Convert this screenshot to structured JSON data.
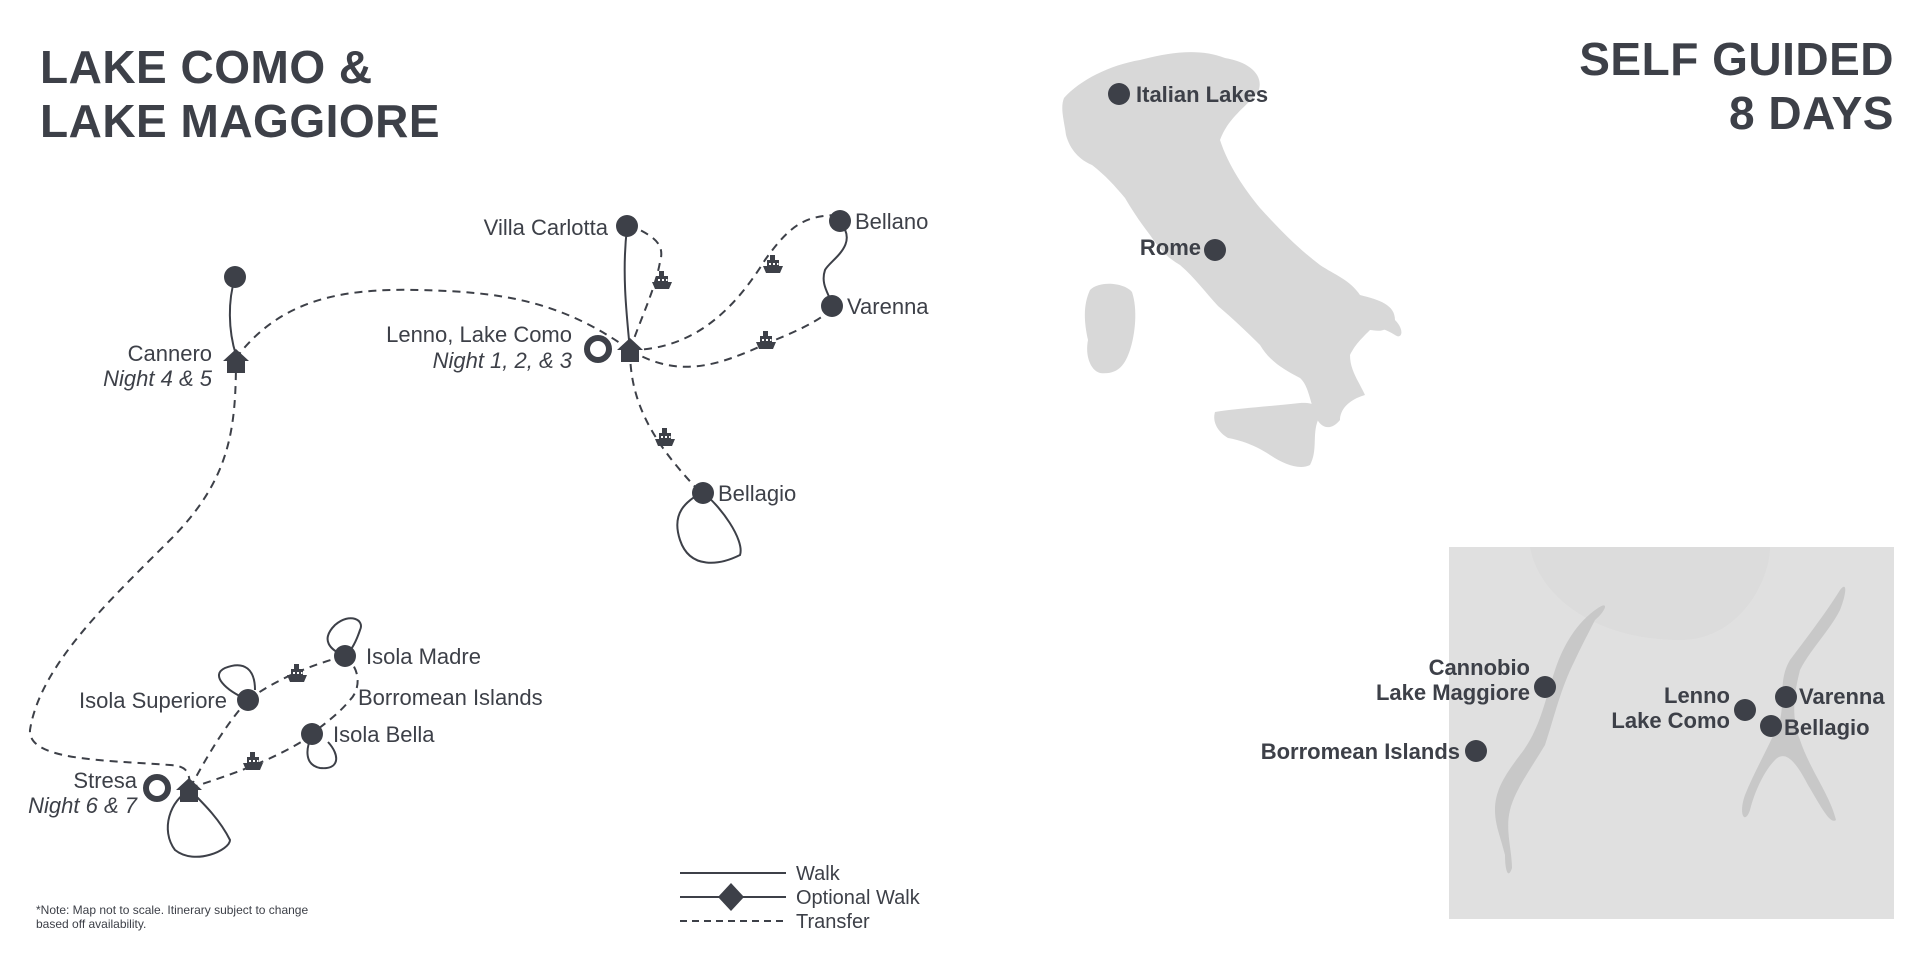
{
  "title_left": {
    "line1": "LAKE COMO &",
    "line2": "LAKE MAGGIORE"
  },
  "title_right": {
    "line1": "SELF GUIDED",
    "line2": "8 DAYS"
  },
  "route_labels": {
    "villa_carlotta": "Villa Carlotta",
    "bellano": "Bellano",
    "varenna": "Varenna",
    "lenno": "Lenno, Lake Como",
    "lenno_nights": "Night 1, 2, & 3",
    "cannero": "Cannero",
    "cannero_nights": "Night 4 & 5",
    "bellagio": "Bellagio",
    "isola_madre": "Isola Madre",
    "borromean_islands": "Borromean Islands",
    "isola_superiore": "Isola Superiore",
    "isola_bella": "Isola Bella",
    "stresa": "Stresa",
    "stresa_nights": "Night 6 & 7"
  },
  "legend": {
    "walk": "Walk",
    "optional_walk": "Optional Walk",
    "transfer": "Transfer"
  },
  "note": "*Note: Map not to scale. Itinerary subject to change based off availability.",
  "italy_map": {
    "italian_lakes": "Italian Lakes",
    "rome": "Rome"
  },
  "inset_map": {
    "cannobio": "Cannobio",
    "lake_maggiore": "Lake Maggiore",
    "borromean_islands": "Borromean Islands",
    "lenno": "Lenno",
    "lake_como": "Lake Como",
    "varenna": "Varenna",
    "bellagio": "Bellagio"
  },
  "colors": {
    "ink": "#3d4048",
    "land": "#d8d8d8",
    "inset_bg": "#dcdcdc",
    "lake": "#c9c9c9"
  },
  "icons": [
    "house-icon",
    "boat-icon",
    "start-ring-icon",
    "location-dot-icon"
  ]
}
